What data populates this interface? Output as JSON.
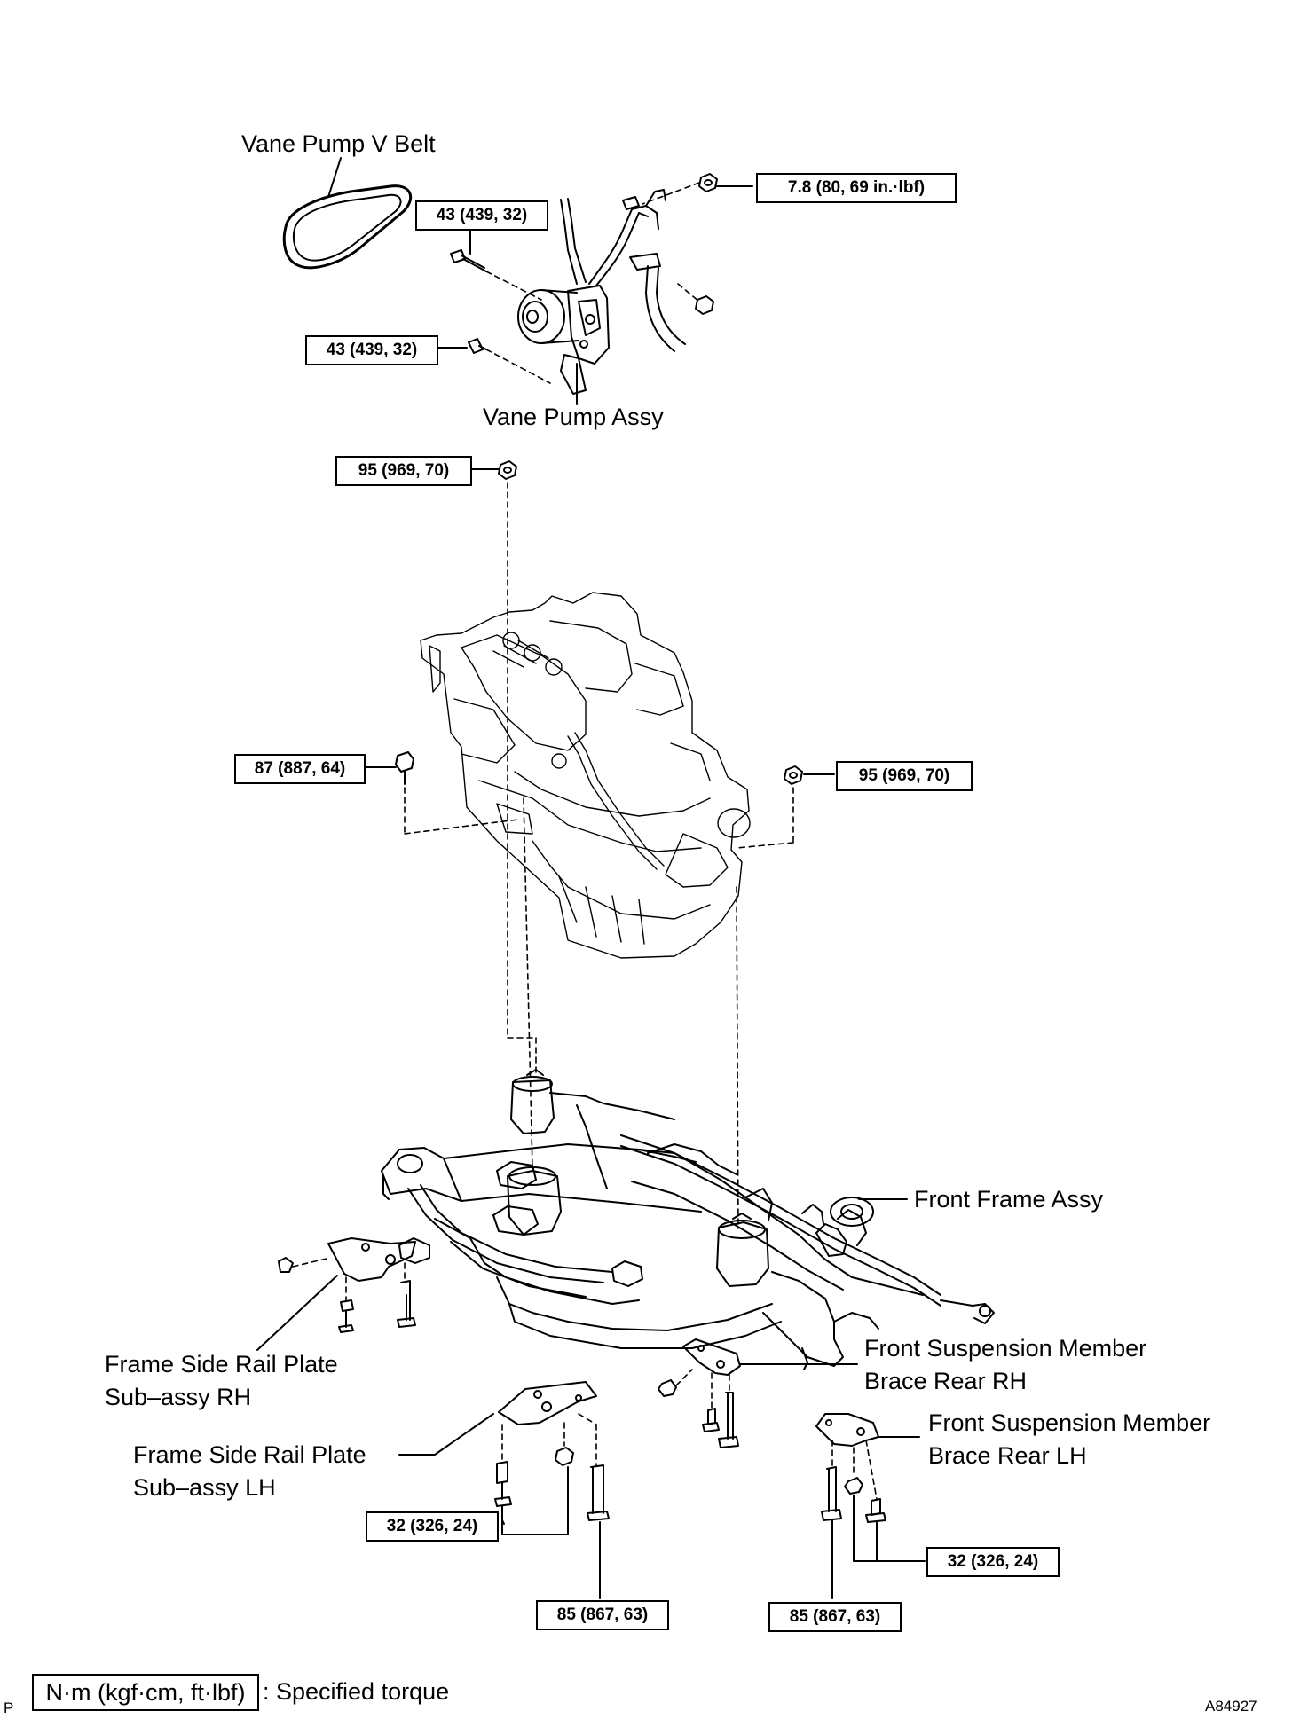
{
  "parts": {
    "vane_pump_v_belt": "Vane Pump V Belt",
    "vane_pump_assy": "Vane Pump Assy",
    "front_frame_assy": "Front Frame Assy",
    "frame_side_rail_plate_rh_l1": "Frame Side Rail Plate",
    "frame_side_rail_plate_rh_l2": "Sub–assy RH",
    "frame_side_rail_plate_lh_l1": "Frame Side Rail Plate",
    "frame_side_rail_plate_lh_l2": "Sub–assy LH",
    "brace_rear_rh_l1": "Front Suspension Member",
    "brace_rear_rh_l2": "Brace Rear RH",
    "brace_rear_lh_l1": "Front Suspension Member",
    "brace_rear_lh_l2": "Brace Rear LH"
  },
  "torques": {
    "pump_bracket_nut": "7.8 (80, 69 in.·lbf)",
    "pump_bolt_upper": "43 (439, 32)",
    "pump_bolt_lower": "43 (439, 32)",
    "engine_mount_top": "95 (969, 70)",
    "engine_mount_left": "87 (887, 64)",
    "engine_mount_right": "95 (969, 70)",
    "rail_plate_lh_bolts": "32 (326, 24)",
    "rail_plate_lh_long_bolt": "85 (867, 63)",
    "brace_lh_bolts": "32 (326, 24)",
    "brace_lh_long_bolt": "85 (867, 63)"
  },
  "legend": {
    "unit": "N·m (kgf·cm, ft·lbf)",
    "text": ": Specified torque"
  },
  "corner": {
    "left": "P",
    "code": "A84927"
  }
}
